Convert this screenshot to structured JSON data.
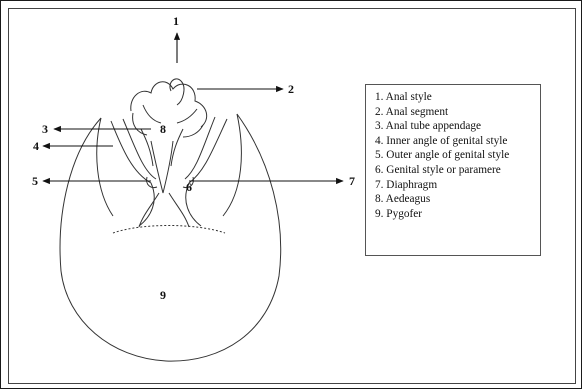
{
  "figure": {
    "labels": {
      "n1": "1",
      "n2": "2",
      "n3": "3",
      "n4": "4",
      "n5": "5",
      "n6": "6",
      "n7": "7",
      "n8": "8",
      "n9": "9"
    },
    "legend": [
      "1. Anal style",
      "2. Anal segment",
      "3. Anal tube appendage",
      "4. Inner angle of genital style",
      "5. Outer angle of genital style",
      "6. Genital style or paramere",
      "7. Diaphragm",
      "8. Aedeagus",
      "9. Pygofer"
    ]
  }
}
